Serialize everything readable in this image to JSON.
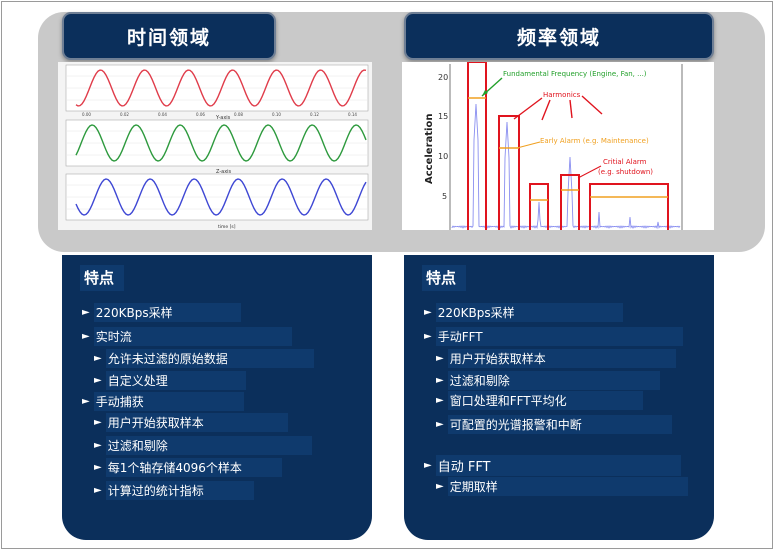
{
  "left": {
    "title": "时间领域",
    "features_title": "特点",
    "items": [
      {
        "text": "220KBps采样"
      },
      {
        "text": "实时流"
      },
      {
        "text": "允许未过滤的原始数据"
      },
      {
        "text": "自定义处理"
      },
      {
        "text": "手动捕获"
      },
      {
        "text": "用户开始获取样本"
      },
      {
        "text": "过滤和剔除"
      },
      {
        "text": "每1个轴存储4096个样本"
      },
      {
        "text": "计算过的统计指标"
      }
    ],
    "plot_labels": {
      "y_axis": "Y-axis",
      "z_axis": "Z-axis",
      "time": "time [s]",
      "ticks": [
        "0.00",
        "0.02",
        "0.04",
        "0.06",
        "0.08",
        "0.10",
        "0.12",
        "0.14"
      ]
    }
  },
  "right": {
    "title": "频率领域",
    "features_title": "特点",
    "items": [
      {
        "text": "220KBps采样"
      },
      {
        "text": "手动FFT"
      },
      {
        "text": "用户开始获取样本"
      },
      {
        "text": "过滤和剔除"
      },
      {
        "text": "窗口处理和FFT平均化"
      },
      {
        "text": "可配置的光谱报警和中断"
      },
      {
        "text": "自动 FFT"
      },
      {
        "text": "定期取样"
      }
    ],
    "spectrum": {
      "ylabel": "Acceleration",
      "yticks": [
        "20",
        "15",
        "10",
        "5"
      ],
      "fundamental": "Fundamental Frequency (Engine, Fan, ...)",
      "harmonics": "Harmonics",
      "early_alarm": "Early Alarm (e.g. Maintenance)",
      "critical_alarm_1": "Critial Alarm",
      "critical_alarm_2": "(e.g. shutdown)"
    }
  },
  "colors": {
    "panel_navy": "#0b2f5b",
    "red_wave": "#e03c4a",
    "green_wave": "#2e9a3e",
    "blue_wave": "#3f48d4",
    "alarm_red": "#e0141e",
    "alarm_orange": "#f0a020",
    "fundamental_green": "#22a02a"
  }
}
